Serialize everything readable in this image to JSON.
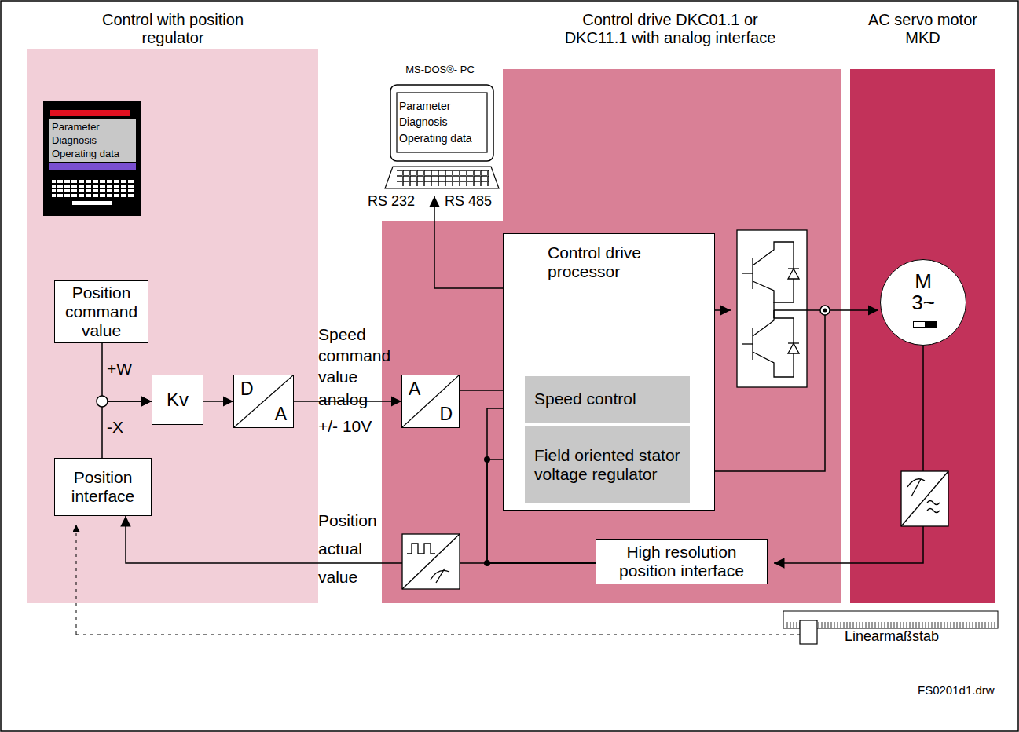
{
  "diagram": {
    "caption": "FS0201d1.drw",
    "nodes": [
      {
        "text": [
          "Control with position regulator"
        ]
      },
      {
        "text": [
          "Parameter Diagnosis Operating data"
        ],
        "in": 0
      },
      {
        "text": [
          "Position command value"
        ],
        "in": 0
      },
      {
        "text": [
          "Kv"
        ],
        "in": 0
      },
      {
        "text": [
          "D",
          "A"
        ],
        "in": 0
      },
      {
        "text": [
          "Position interface"
        ],
        "in": 0
      },
      {
        "text": [
          "Control drive DKC01.1 or DKC11.1 with analog interface"
        ]
      },
      {
        "text": [
          "MS-DOS®- PC",
          "Parameter Diagnosis Operating data"
        ],
        "in": 6
      },
      {
        "text": [
          "A",
          "D"
        ],
        "in": 6
      },
      {
        "text": [
          "Control drive processor"
        ],
        "in": 6
      },
      {
        "text": [
          "Speed control"
        ],
        "in": 9
      },
      {
        "text": [
          "Field oriented stator voltage regulator"
        ],
        "in": 9
      },
      {
        "text": [
          "High resolution position interface"
        ],
        "in": 6
      },
      {
        "text": [
          "AC servo motor MKD"
        ]
      },
      {
        "text": [
          "M",
          "3~"
        ],
        "in": 13
      }
    ],
    "edges": [
      {
        "from": 2,
        "to": 3,
        "arrow": "to"
      },
      {
        "from": 5,
        "to": 3,
        "arrow": "to"
      },
      {
        "from": 3,
        "to": 4,
        "arrow": "to"
      },
      {
        "from": 4,
        "to": 8,
        "label": "Speed command value",
        "arrow": "to"
      },
      {
        "from": 8,
        "to": 10,
        "arrow": "to"
      },
      {
        "from": 9,
        "to": 7,
        "arrow": "to"
      },
      {
        "from": 12,
        "to": 10,
        "arrow": "to"
      },
      {
        "from": 12,
        "to": 11,
        "arrow": "to"
      },
      {
        "from": 12,
        "to": 5,
        "arrow": "to"
      }
    ],
    "labels": [
      "+W",
      "-X",
      "analog +/- 10V",
      "Position actual value",
      "RS 232",
      "RS 485",
      "Linearmaßstab"
    ]
  }
}
